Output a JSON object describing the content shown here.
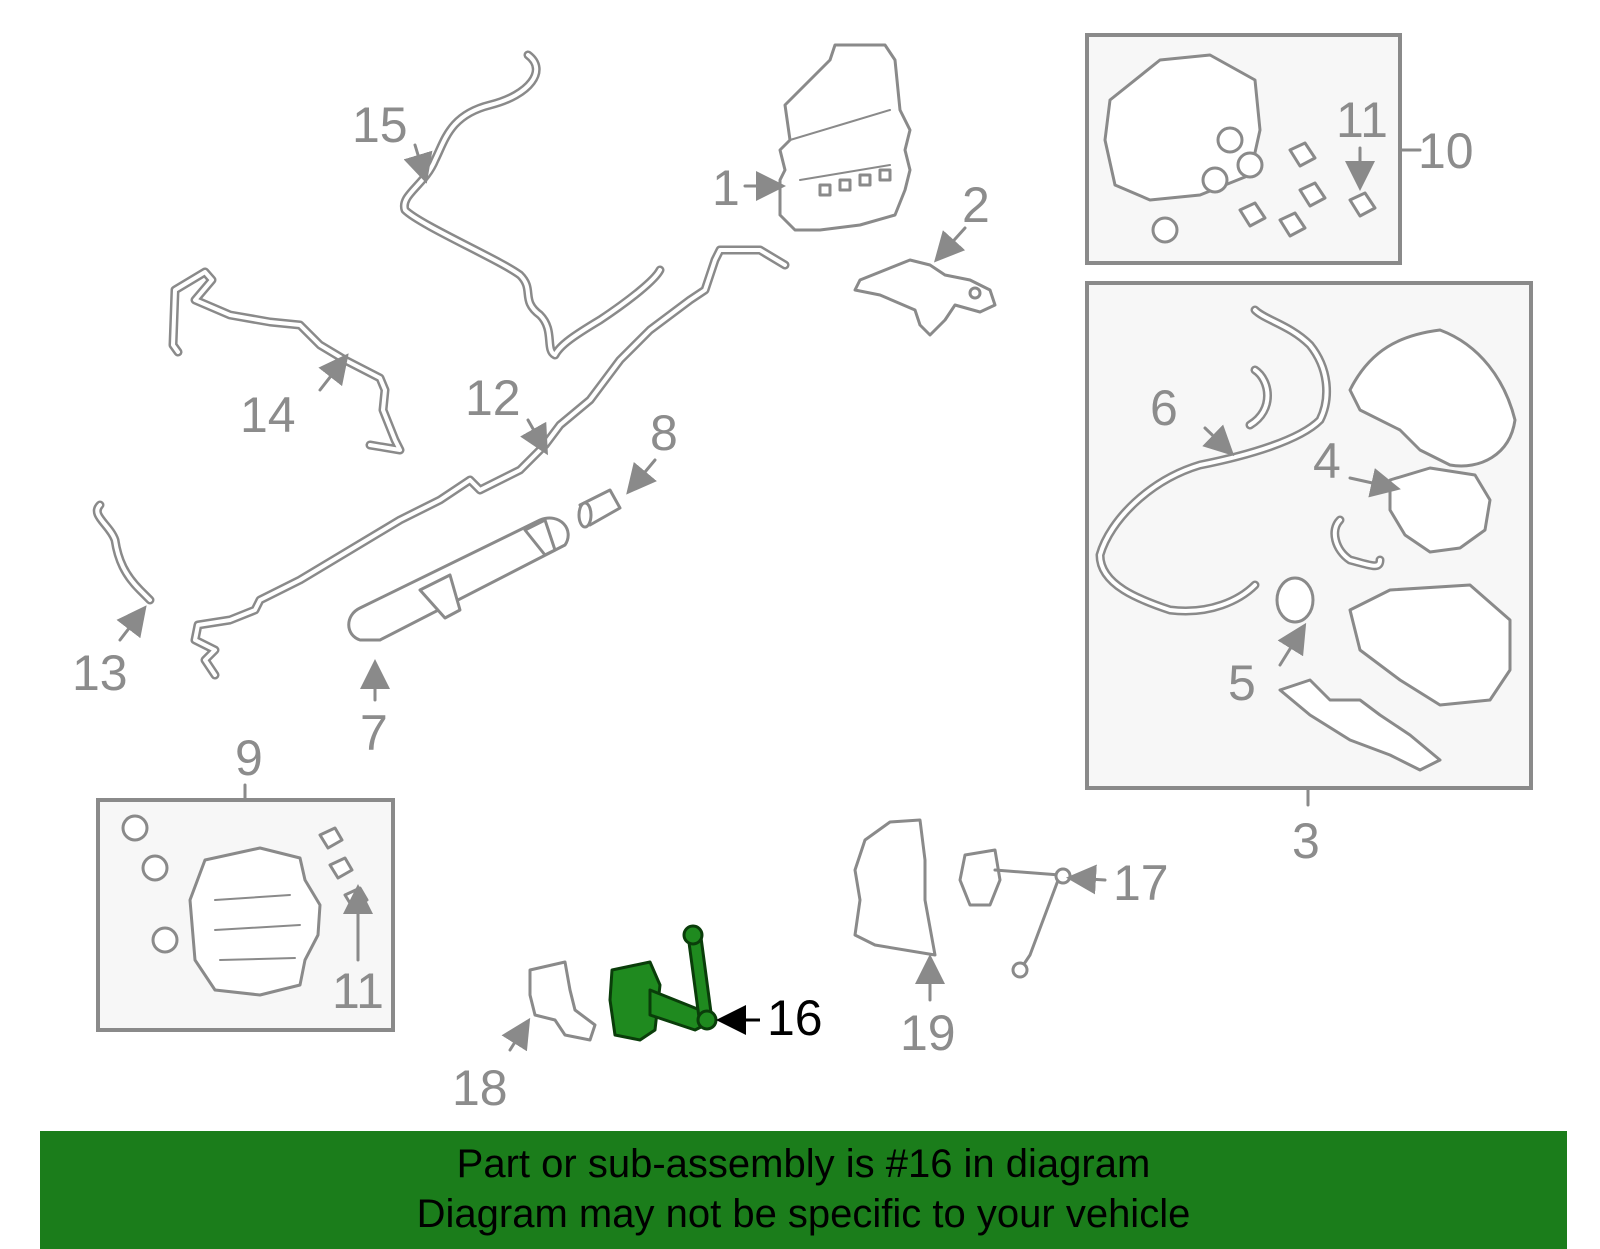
{
  "highlight_color": "#1b7d1b",
  "callouts": {
    "c1": "1",
    "c2": "2",
    "c3": "3",
    "c4": "4",
    "c5": "5",
    "c6": "6",
    "c7": "7",
    "c8": "8",
    "c9": "9",
    "c10": "10",
    "c11a": "11",
    "c11b": "11",
    "c12": "12",
    "c13": "13",
    "c14": "14",
    "c15": "15",
    "c16": "16",
    "c17": "17",
    "c18": "18",
    "c19": "19"
  },
  "highlighted_part": "16",
  "banner": {
    "line1": "Part or sub-assembly is #16 in diagram",
    "line2": "Diagram may not be specific to your vehicle"
  }
}
